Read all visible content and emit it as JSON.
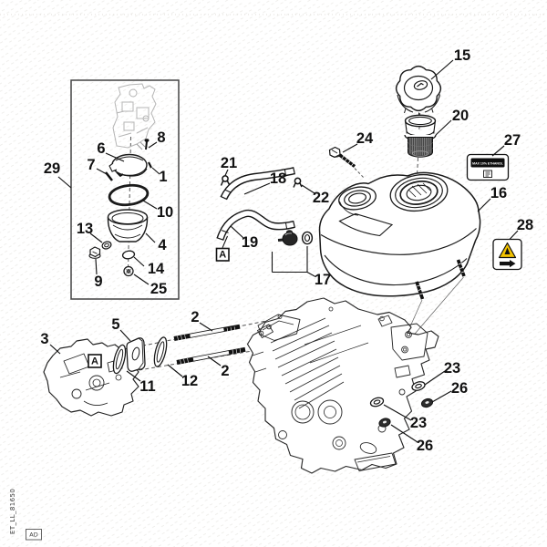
{
  "callouts": {
    "c1": "1",
    "c2a": "2",
    "c2b": "2",
    "c3": "3",
    "c4": "4",
    "c5": "5",
    "c6": "6",
    "c7": "7",
    "c8": "8",
    "c9": "9",
    "c10": "10",
    "c11": "11",
    "c12": "12",
    "c13": "13",
    "c14": "14",
    "c15": "15",
    "c16": "16",
    "c17": "17",
    "c18": "18",
    "c19": "19",
    "c20": "20",
    "c21": "21",
    "c22": "22",
    "c23a": "23",
    "c23b": "23",
    "c24": "24",
    "c25": "25",
    "c26a": "26",
    "c26b": "26",
    "c27": "27",
    "c28": "28",
    "c29": "29"
  },
  "markers": {
    "a1": "A",
    "a2": "A"
  },
  "stickers": {
    "ethanol_label": "MAX 10% ETHANOL"
  },
  "footer": {
    "illustration_id": "ET_LL_81650",
    "revision": "AD"
  },
  "colors": {
    "line": "#1a1a1a",
    "warning_yellow": "#f3c300",
    "mesh_dark": "#454545",
    "ghost_gray": "#b5b5b5"
  }
}
